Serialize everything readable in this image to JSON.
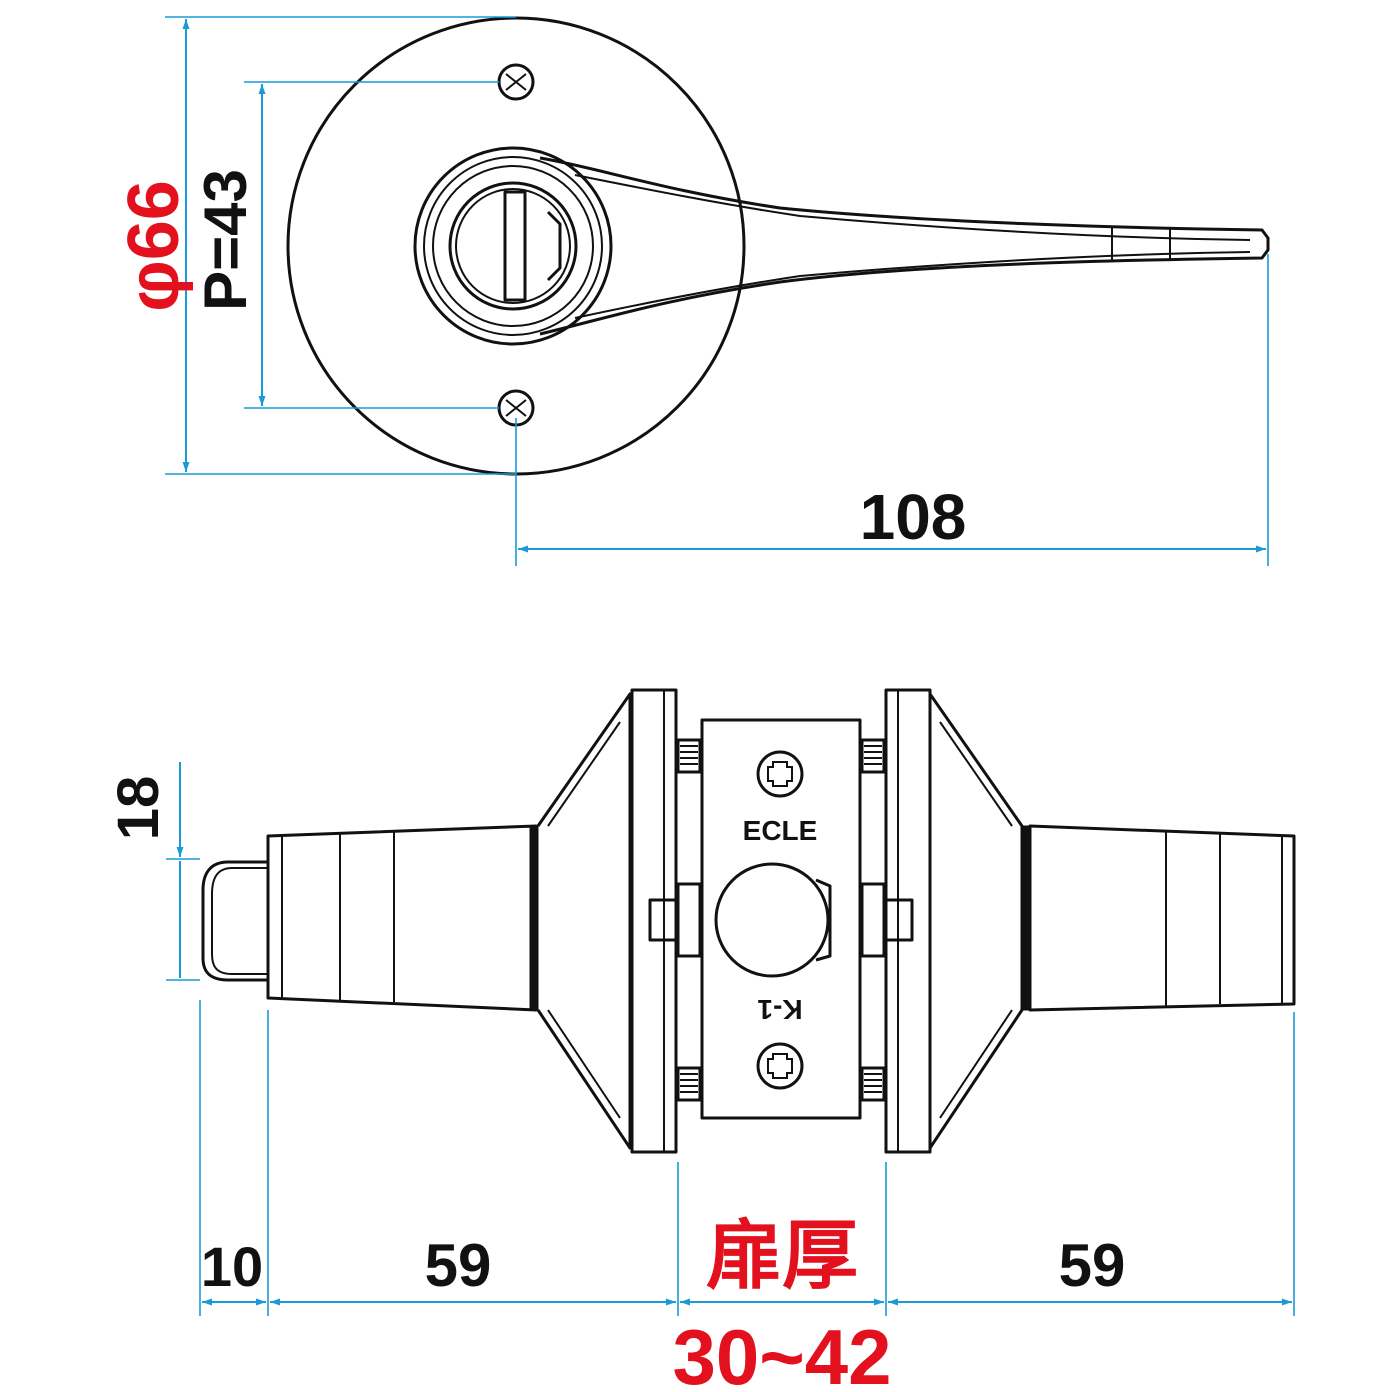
{
  "top_view": {
    "rose_diameter_label": "φ66",
    "screw_pitch_label": "P=43",
    "lever_length_label": "108"
  },
  "side_view": {
    "button_height_label": "18",
    "button_length_label": "10",
    "left_length_label": "59",
    "right_length_label": "59",
    "door_thickness_title": "扉厚",
    "door_thickness_range": "30~42",
    "latch_brand_text": "ECLE",
    "latch_model_text": "K-1"
  },
  "colors": {
    "dimension_line": "#1a9bd7",
    "highlight_text": "#e3101d",
    "outline": "#111111"
  }
}
